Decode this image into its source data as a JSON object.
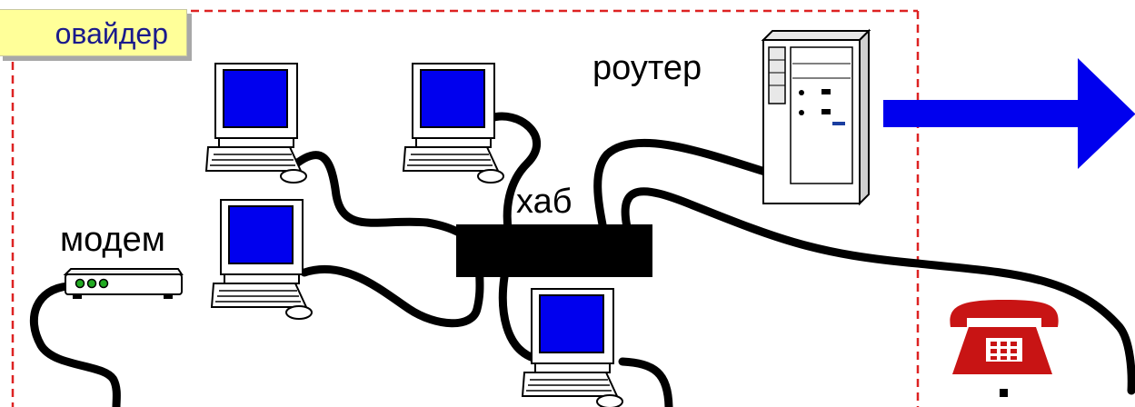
{
  "diagram": {
    "labels": {
      "provider": "овайдер",
      "router": "роутер",
      "hub": "хаб",
      "modem": "модем"
    },
    "icons": {
      "router": "server-tower-icon",
      "hub": "network-hub-icon",
      "modem": "modem-icon",
      "computer": "desktop-computer-icon",
      "phone": "telephone-icon",
      "arrow": "arrow-right-icon"
    },
    "colors": {
      "provider_border": "#dd2222",
      "provider_label_bg": "#ffff99",
      "provider_label_text": "#1a1a8c",
      "screen": "#0000ee",
      "cable": "#000000",
      "arrow": "#0000ee",
      "phone": "#c81414",
      "modem_leds": "#22aa22"
    }
  }
}
